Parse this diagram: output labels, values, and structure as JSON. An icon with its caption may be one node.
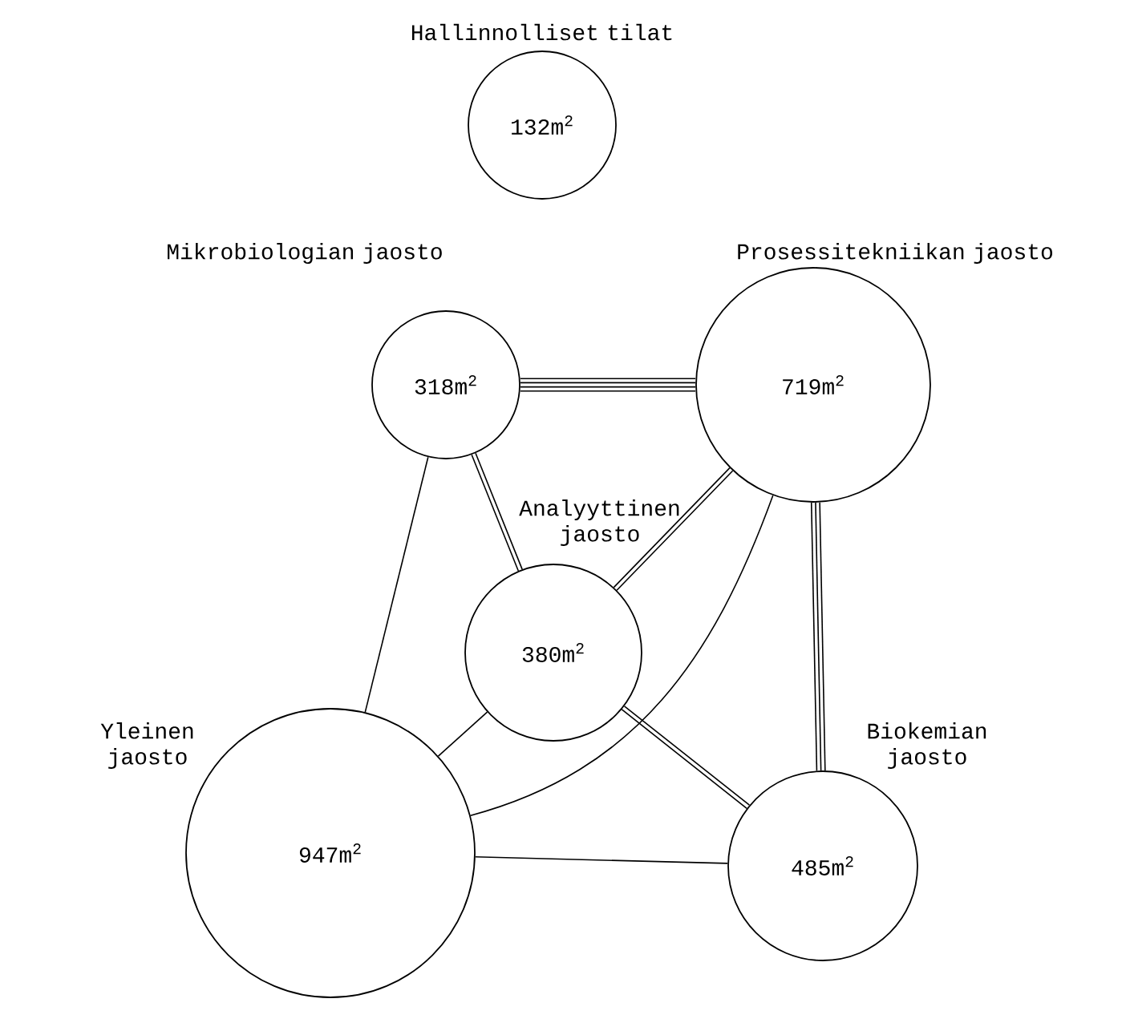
{
  "diagram": {
    "nodes": [
      {
        "text": [
          "132m$^{2}$"
        ],
        "beside": [
          "Hallinnolliset tilat"
        ]
      },
      {
        "text": [
          "318m$^{2}$"
        ],
        "beside": [
          "Mikrobiologian jaosto"
        ]
      },
      {
        "text": [
          "719m$^{2}$"
        ],
        "beside": [
          "Prosessitekniikan jaosto"
        ]
      },
      {
        "text": [
          "380m$^{2}$"
        ],
        "beside": [
          "Analyyttinen jaosto"
        ]
      },
      {
        "text": [
          "947m$^{2}$"
        ],
        "beside": [
          "Yleinen jaosto"
        ]
      },
      {
        "text": [
          "485m$^{2}$"
        ],
        "beside": [
          "Biokemian jaosto"
        ]
      }
    ],
    "edges": [
      {
        "from": 1,
        "to": 2,
        "arrow": "none"
      },
      {
        "from": 1,
        "to": 2,
        "arrow": "none"
      },
      {
        "from": 1,
        "to": 2,
        "arrow": "none"
      },
      {
        "from": 1,
        "to": 2,
        "arrow": "none"
      },
      {
        "from": 1,
        "to": 3,
        "arrow": "none"
      },
      {
        "from": 1,
        "to": 3,
        "arrow": "none"
      },
      {
        "from": 3,
        "to": 2,
        "arrow": "none"
      },
      {
        "from": 3,
        "to": 2,
        "arrow": "none"
      },
      {
        "from": 2,
        "to": 5,
        "arrow": "none"
      },
      {
        "from": 2,
        "to": 5,
        "arrow": "none"
      },
      {
        "from": 2,
        "to": 5,
        "arrow": "none"
      },
      {
        "from": 1,
        "to": 4,
        "arrow": "none"
      },
      {
        "from": 3,
        "to": 4,
        "arrow": "none"
      },
      {
        "from": 3,
        "to": 5,
        "arrow": "none"
      },
      {
        "from": 3,
        "to": 5,
        "arrow": "none"
      },
      {
        "from": 2,
        "to": 4,
        "arrow": "none"
      },
      {
        "from": 4,
        "to": 5,
        "arrow": "none"
      }
    ]
  }
}
